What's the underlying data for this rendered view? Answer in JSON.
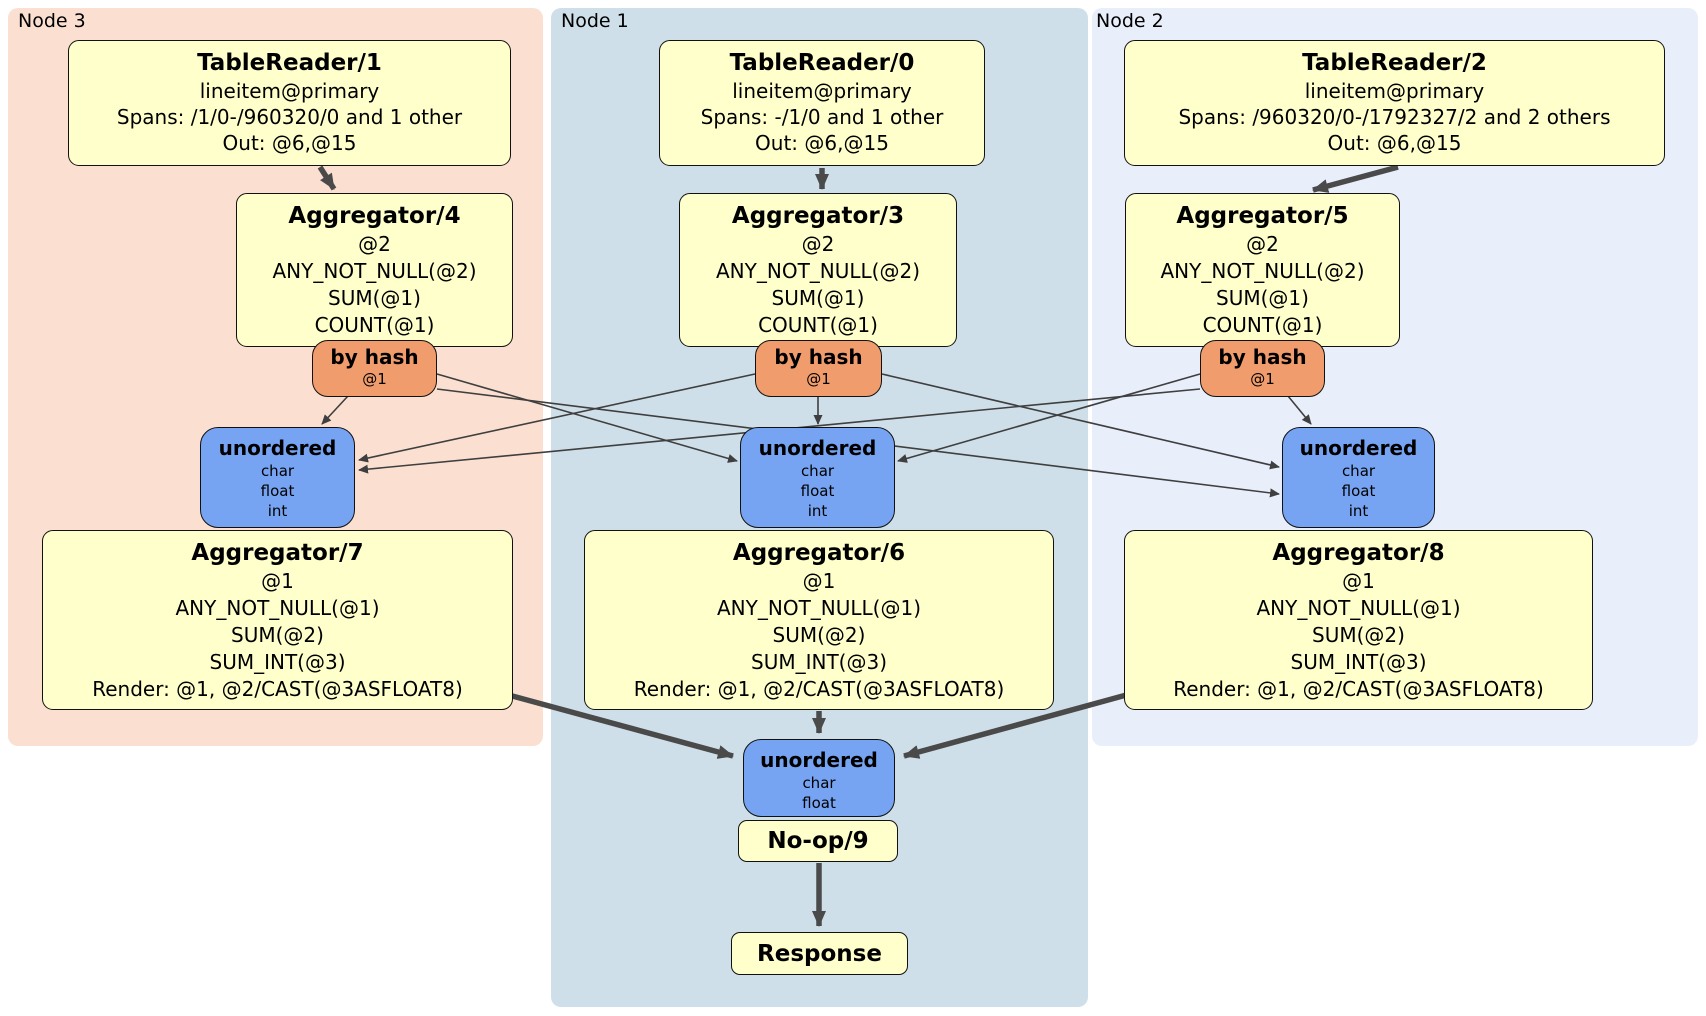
{
  "panels": {
    "node3": {
      "label": "Node 3"
    },
    "node1": {
      "label": "Node 1"
    },
    "node2": {
      "label": "Node 2"
    }
  },
  "nodes": {
    "tr1": {
      "title": "TableReader/1",
      "lines": [
        "lineitem@primary",
        "Spans: /1/0-/960320/0 and 1 other",
        "Out: @6,@15"
      ]
    },
    "tr0": {
      "title": "TableReader/0",
      "lines": [
        "lineitem@primary",
        "Spans: -/1/0 and 1 other",
        "Out: @6,@15"
      ]
    },
    "tr2": {
      "title": "TableReader/2",
      "lines": [
        "lineitem@primary",
        "Spans: /960320/0-/1792327/2 and 2 others",
        "Out: @6,@15"
      ]
    },
    "agg4": {
      "title": "Aggregator/4",
      "lines": [
        "@2",
        "ANY_NOT_NULL(@2)",
        "SUM(@1)",
        "COUNT(@1)"
      ]
    },
    "agg3": {
      "title": "Aggregator/3",
      "lines": [
        "@2",
        "ANY_NOT_NULL(@2)",
        "SUM(@1)",
        "COUNT(@1)"
      ]
    },
    "agg5": {
      "title": "Aggregator/5",
      "lines": [
        "@2",
        "ANY_NOT_NULL(@2)",
        "SUM(@1)",
        "COUNT(@1)"
      ]
    },
    "agg7": {
      "title": "Aggregator/7",
      "lines": [
        "@1",
        "ANY_NOT_NULL(@1)",
        "SUM(@2)",
        "SUM_INT(@3)",
        "Render: @1, @2/CAST(@3ASFLOAT8)"
      ]
    },
    "agg6": {
      "title": "Aggregator/6",
      "lines": [
        "@1",
        "ANY_NOT_NULL(@1)",
        "SUM(@2)",
        "SUM_INT(@3)",
        "Render: @1, @2/CAST(@3ASFLOAT8)"
      ]
    },
    "agg8": {
      "title": "Aggregator/8",
      "lines": [
        "@1",
        "ANY_NOT_NULL(@1)",
        "SUM(@2)",
        "SUM_INT(@3)",
        "Render: @1, @2/CAST(@3ASFLOAT8)"
      ]
    },
    "router3": {
      "title": "by hash",
      "lines": [
        "@1"
      ]
    },
    "router1": {
      "title": "by hash",
      "lines": [
        "@1"
      ]
    },
    "router2": {
      "title": "by hash",
      "lines": [
        "@1"
      ]
    },
    "sync3": {
      "title": "unordered",
      "lines": [
        "char",
        "float",
        "int"
      ]
    },
    "sync1": {
      "title": "unordered",
      "lines": [
        "char",
        "float",
        "int"
      ]
    },
    "sync2": {
      "title": "unordered",
      "lines": [
        "char",
        "float",
        "int"
      ]
    },
    "sync_final": {
      "title": "unordered",
      "lines": [
        "char",
        "float"
      ]
    },
    "noop": {
      "title": "No-op/9"
    },
    "response": {
      "title": "Response"
    }
  },
  "colors": {
    "processor_fill": "#ffffcc",
    "router_fill": "#f19c6c",
    "sync_fill": "#76a4f2",
    "panel_node3": "#fbe0d2",
    "panel_node1": "#cfdfe9",
    "panel_node2": "#e9eefb",
    "edge": "#4a4a4a",
    "border": "#111111"
  }
}
